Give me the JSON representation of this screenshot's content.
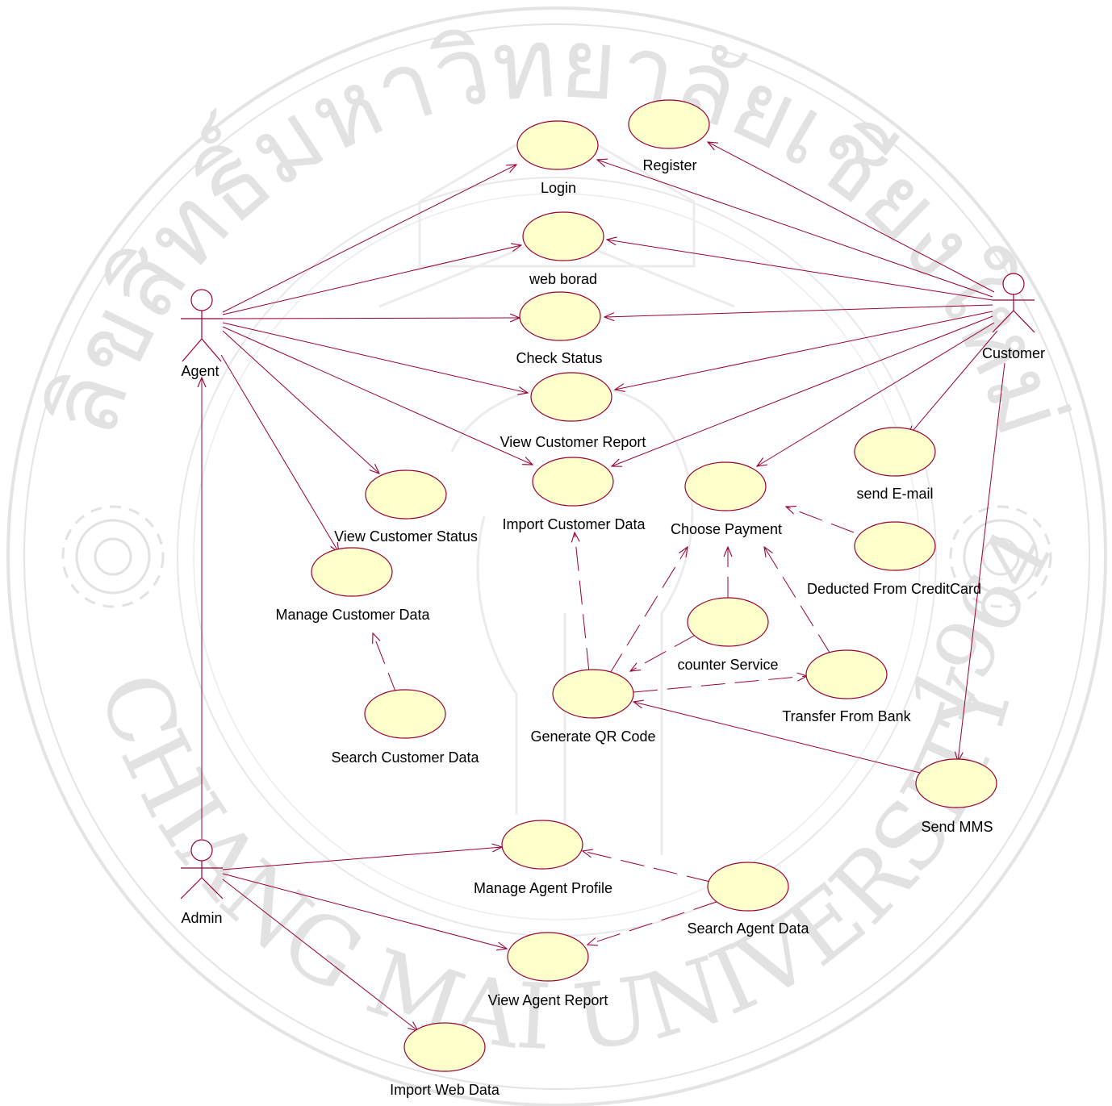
{
  "watermark": {
    "thai_text": "ลิขสิทธิ์มหาวิทยาลัยเชียงใหม่",
    "latin_text": "CHIANG MAI UNIVERSITY",
    "year": "1964"
  },
  "actors": {
    "agent": "Agent",
    "customer": "Customer",
    "admin": "Admin"
  },
  "use_cases": {
    "login": "Login",
    "register": "Register",
    "web_board": "web borad",
    "check_status": "Check Status",
    "view_customer_report": "View  Customer Report",
    "import_customer_data": "Import Customer Data",
    "view_customer_status": "View Customer Status",
    "manage_customer_data": "Manage Customer Data",
    "search_customer_data": "Search Customer Data",
    "choose_payment": "Choose Payment",
    "send_email": "send E-mail",
    "deducted_credit_card": "Deducted From CreditCard",
    "counter_service": "counter Service",
    "transfer_from_bank": "Transfer From Bank",
    "generate_qr_code": "Generate QR Code",
    "send_mms": "Send MMS",
    "manage_agent_profile": "Manage Agent Profile",
    "search_agent_data": "Search Agent Data",
    "view_agent_report": "View Agent Report",
    "import_web_data": "Import Web Data"
  },
  "colors": {
    "line": "#990033",
    "use_case_fill": "#ffffcc",
    "watermark": "#e2e2e2"
  }
}
